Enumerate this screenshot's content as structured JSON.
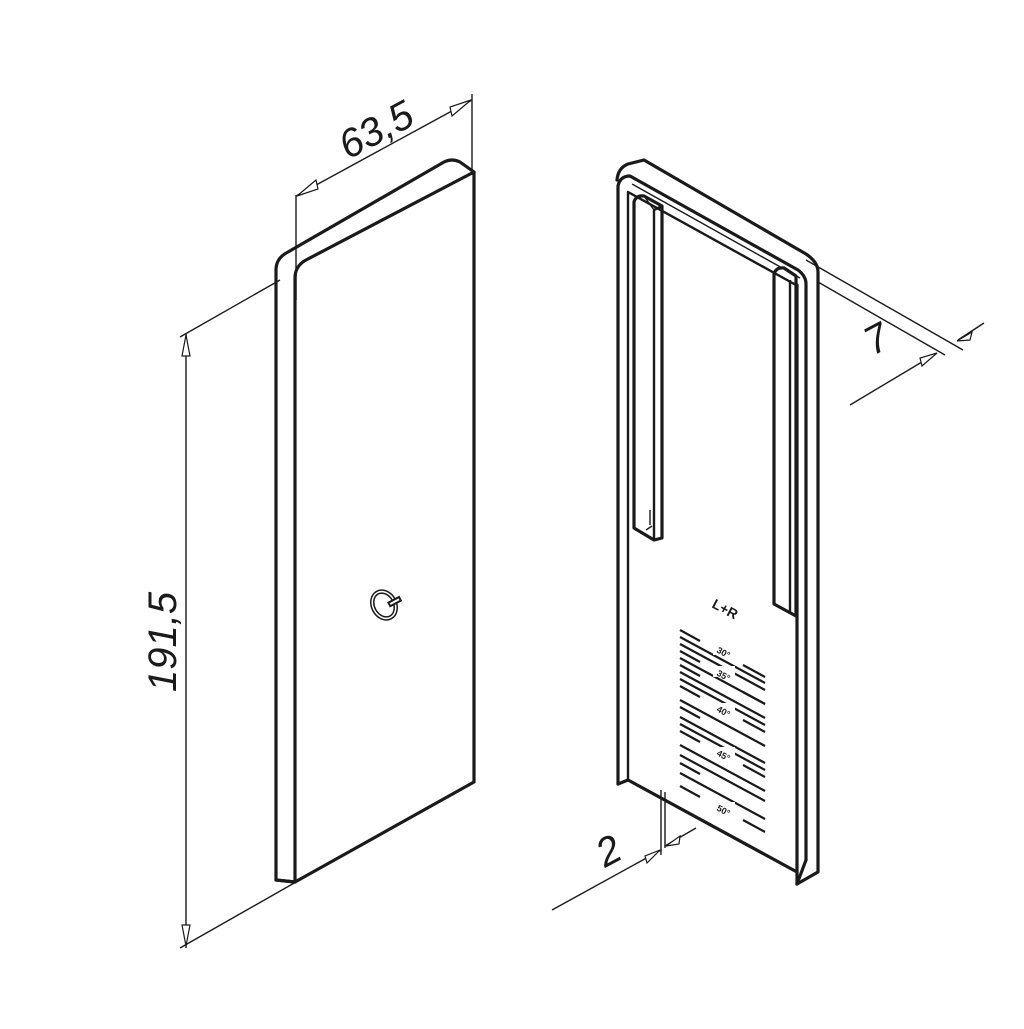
{
  "drawing": {
    "title": "End cap - front and rear isometric views",
    "views": [
      {
        "name": "front-view",
        "feature": "logo emblem"
      },
      {
        "name": "rear-view",
        "feature": "angle scale"
      }
    ]
  },
  "dimensions": {
    "width": "63,5",
    "height": "191,5",
    "depth": "7",
    "wall": "2"
  },
  "rear_view": {
    "marking": "L+R",
    "angle_labels": [
      "30°",
      "35°",
      "40°",
      "45°",
      "50°"
    ]
  },
  "colors": {
    "line": "#1a1a1a",
    "background": "#ffffff"
  }
}
